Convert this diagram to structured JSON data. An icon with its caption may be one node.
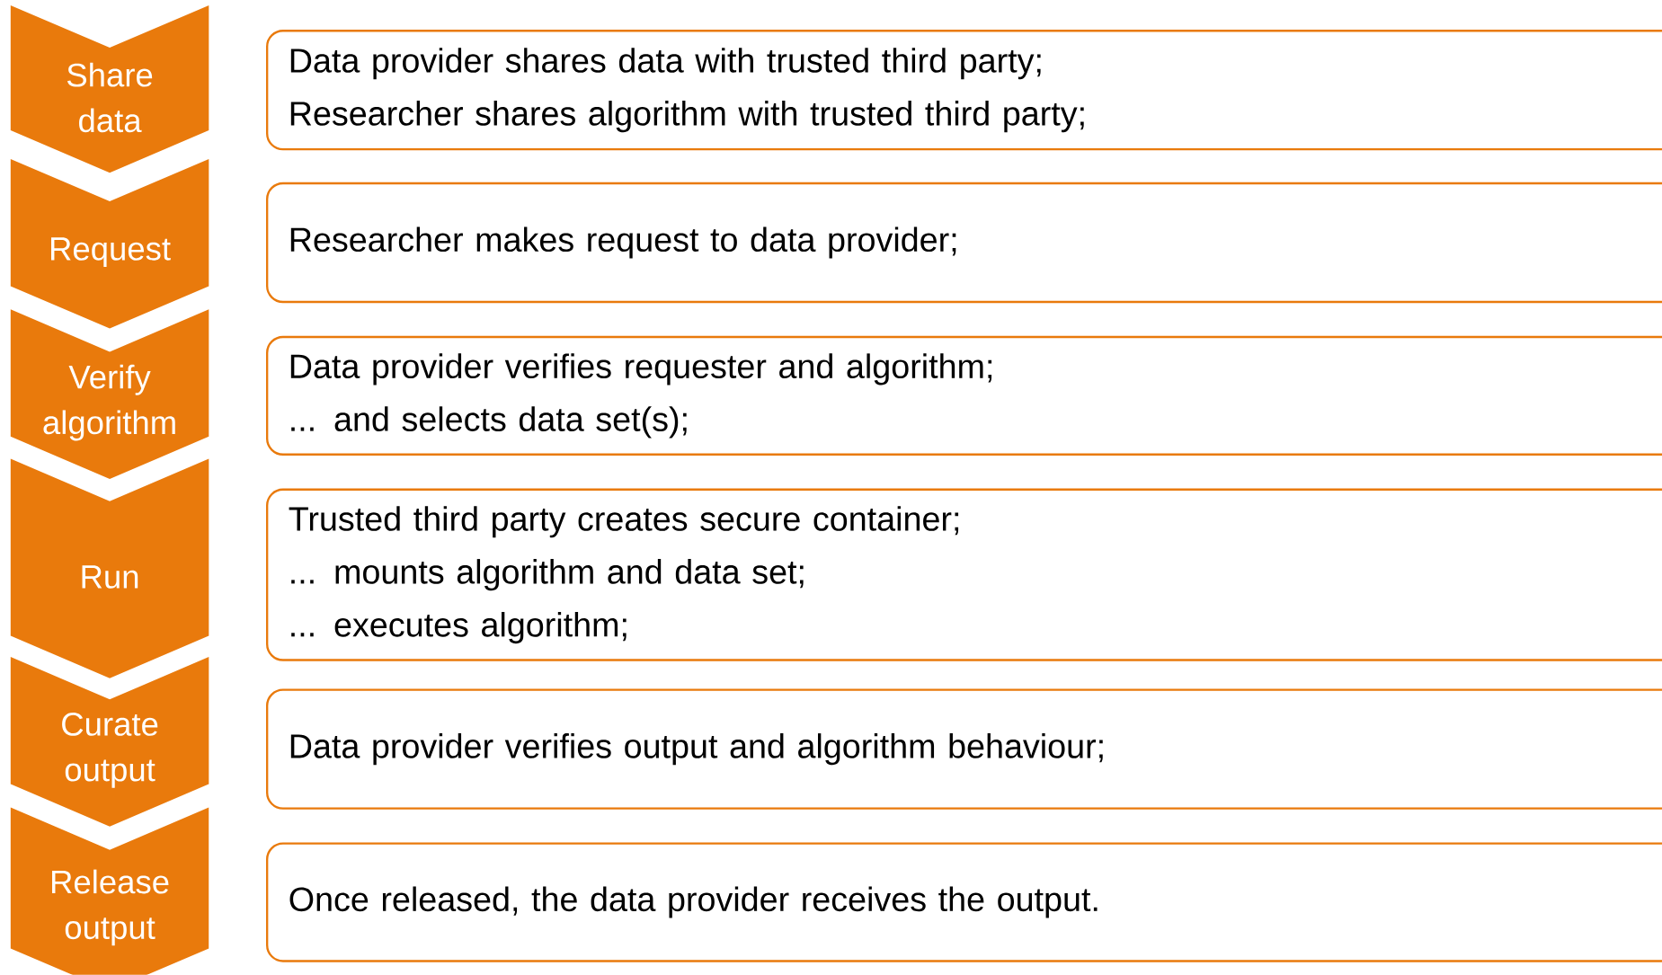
{
  "diagram": {
    "nodes": [
      {
        "text": [
          "Share data"
        ]
      },
      {
        "text": [
          "Request"
        ]
      },
      {
        "text": [
          "Verify algorithm"
        ]
      },
      {
        "text": [
          "Run"
        ]
      },
      {
        "text": [
          "Curate output"
        ]
      },
      {
        "text": [
          "Release output"
        ]
      },
      {
        "text": [
          "Data provider shares data with trusted third party;",
          "Researcher shares algorithm with trusted third party;"
        ]
      },
      {
        "text": [
          "Researcher makes request to data provider;"
        ]
      },
      {
        "text": [
          "Data provider verifies requester and algorithm;",
          "... and selects data set(s);"
        ]
      },
      {
        "text": [
          "Trusted third party creates secure container;",
          "... mounts algorithm and data set;",
          "... executes algorithm;"
        ]
      },
      {
        "text": [
          "Data provider verifies output and algorithm behaviour;"
        ]
      },
      {
        "text": [
          "Once released, the data provider receives the output."
        ]
      }
    ]
  }
}
